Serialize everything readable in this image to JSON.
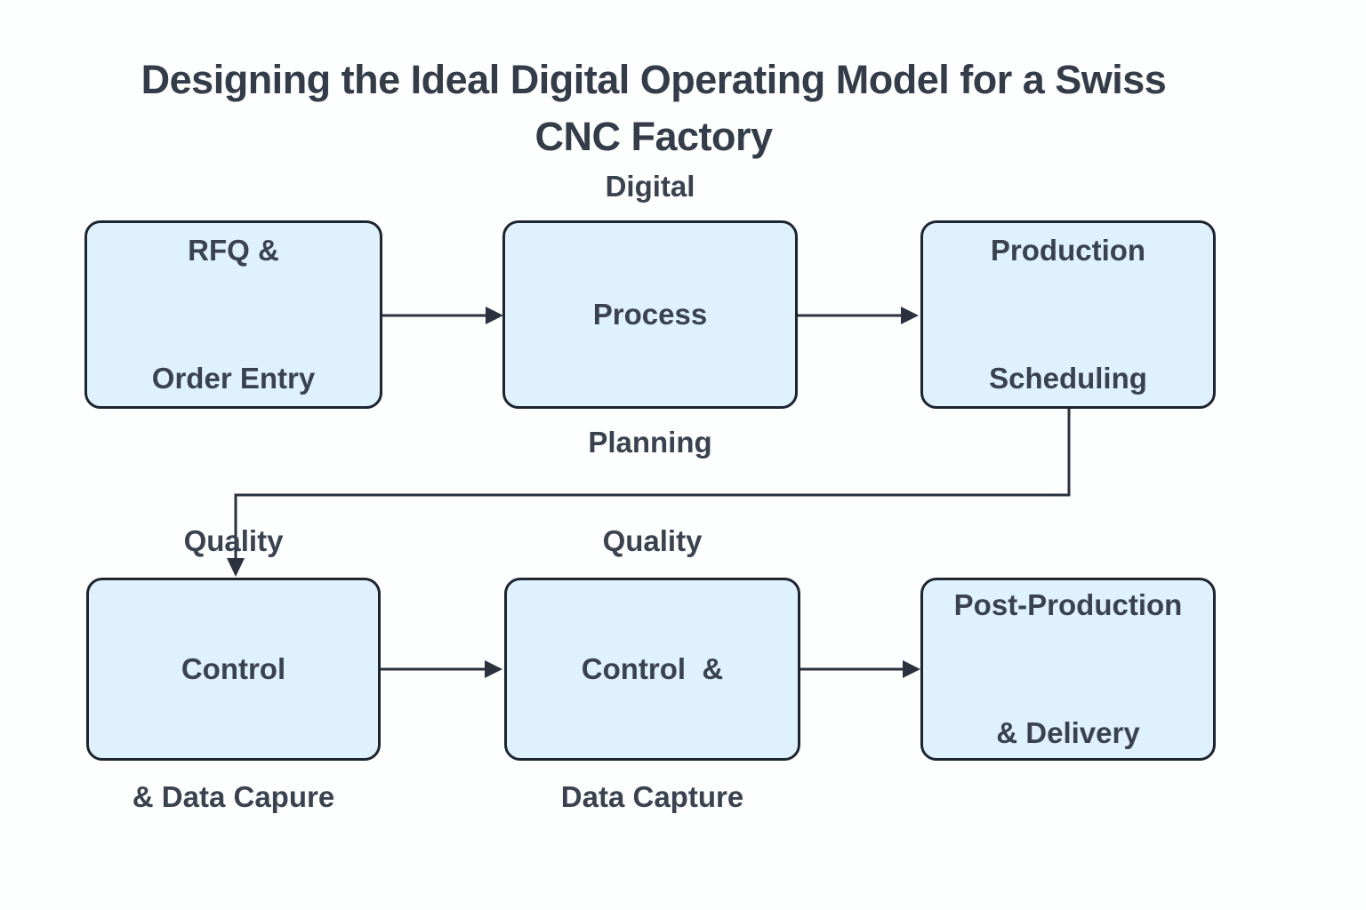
{
  "title": "Designing the Ideal Digital Operating Model for a Swiss CNC Factory",
  "title_lines": [
    "Designing the Ideal Digital Operating Model for a Swiss",
    "CNC Factory"
  ],
  "diagram": {
    "type": "flowchart",
    "colors": {
      "background": "#fdfefe",
      "node_fill": "#dff1fc",
      "node_border": "#1d2530",
      "node_text": "#3a424f",
      "title_text": "#333c48",
      "arrow": "#2b323e"
    },
    "nodes": [
      {
        "id": "rfq-order-entry",
        "label": "RFQ & Order Entry",
        "lines": [
          "RFQ &",
          "Order Entry"
        ]
      },
      {
        "id": "digital-process-planning",
        "label": "Digital Process Planning",
        "lines": [
          "Digital",
          "Process",
          "Planning"
        ]
      },
      {
        "id": "production-scheduling",
        "label": "Production Scheduling",
        "lines": [
          "Production",
          "Scheduling"
        ]
      },
      {
        "id": "quality-control-data-capure",
        "label": "Quality Control & Data Capure",
        "lines": [
          "Quality",
          "Control",
          "& Data Capure"
        ]
      },
      {
        "id": "quality-control-data-capture",
        "label": "Quality Control  & Data Capture",
        "lines": [
          "Quality",
          "Control  &",
          "Data Capture"
        ]
      },
      {
        "id": "post-production-delivery",
        "label": "Post-Production & Delivery",
        "lines": [
          "Post-Production",
          "& Delivery"
        ]
      }
    ],
    "edges": [
      {
        "from": "rfq-order-entry",
        "to": "digital-process-planning",
        "routing": "straight-right"
      },
      {
        "from": "digital-process-planning",
        "to": "production-scheduling",
        "routing": "straight-right"
      },
      {
        "from": "production-scheduling",
        "to": "quality-control-data-capure",
        "routing": "elbow-down-left-down"
      },
      {
        "from": "quality-control-data-capure",
        "to": "quality-control-data-capture",
        "routing": "straight-right"
      },
      {
        "from": "quality-control-data-capture",
        "to": "post-production-delivery",
        "routing": "straight-right"
      }
    ]
  }
}
